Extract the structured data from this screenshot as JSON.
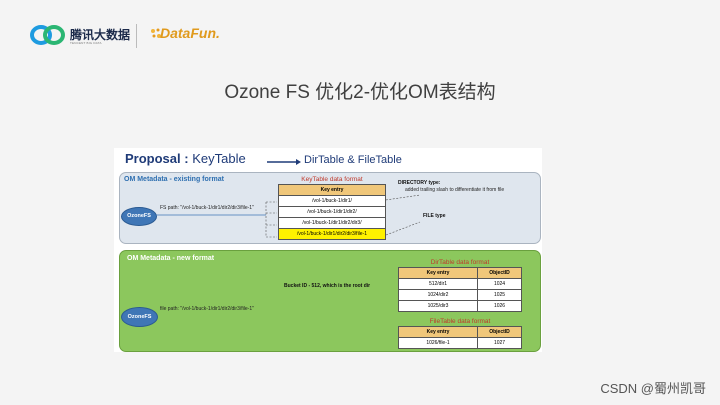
{
  "header": {
    "tencent_name": "腾讯大数据",
    "tencent_sub": "TENCENT BIG DATA",
    "datafun_name": "DataFun."
  },
  "title": "Ozone FS 优化2-优化OM表结构",
  "proposal": {
    "label": "Proposal :",
    "from": "KeyTable",
    "to": "DirTable & FileTable"
  },
  "existing": {
    "section_label": "OM Metadata - existing format",
    "ozonefs_label": "OzoneFS",
    "fs_path": "FS path: \"/vol-1/buck-1/dir1/dir2/dir3/file-1\"",
    "table_title": "KeyTable data format",
    "header": "Key entry",
    "rows": [
      "/vol-1/buck-1/dir1/",
      "/vol-1/buck-1/dir1/dir2/",
      "/vol-1/buck-1/dir1/dir2/dir3/",
      "/vol-1/buck-1/dir1/dir2/dir3/file-1"
    ],
    "directory_note_title": "DIRECTORY type:",
    "directory_note_body": "added trailing slash to differentiate it from file",
    "file_note": "FILE type"
  },
  "new": {
    "section_label": "OM Metadata - new format",
    "ozonefs_label": "OzoneFS",
    "file_path": "file path: \"/vol-1/buck-1/dir1/dir2/dir3/file-1\"",
    "bucket_note": "Bucket ID - 512, which is the root dir",
    "dir_table_title": "DirTable data format",
    "dir_headers": [
      "Key entry",
      "ObjectID"
    ],
    "dir_rows": [
      [
        "512/dir1",
        "1024"
      ],
      [
        "1024/dir2",
        "1025"
      ],
      [
        "1025/dir3",
        "1026"
      ]
    ],
    "file_table_title": "FileTable data format",
    "file_headers": [
      "Key entry",
      "ObjectID"
    ],
    "file_rows": [
      [
        "1026/file-1",
        "1027"
      ]
    ]
  },
  "watermark": "CSDN @蜀州凯哥",
  "colors": {
    "background": "#f4f4f4",
    "proposal_text": "#1f3b78",
    "existing_bg": "#dfe6ee",
    "new_bg": "#8cc75d",
    "table_title": "#c0392b",
    "highlight": "#fff200",
    "ozone_node": "#3f76b6"
  }
}
